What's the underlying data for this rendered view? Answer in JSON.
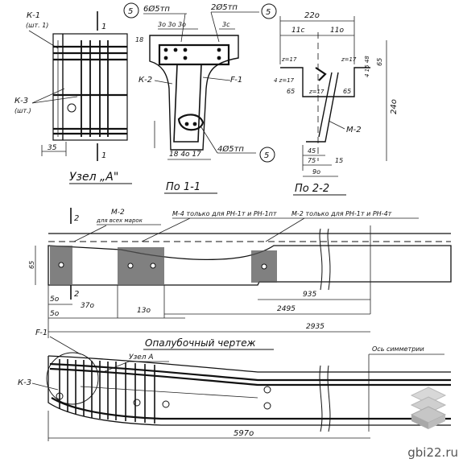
{
  "labels": {
    "s1_k1": "К-1",
    "s1_k1_sub": "(шт. 1)",
    "s1_k3": "К-3",
    "s1_k3_sub": "(шт.)",
    "s1_dim35": "35",
    "s1_cut": "1",
    "s1_title": "Узел „А\"",
    "s2_callout5": "5",
    "s2_6f5": "6Ø5тп",
    "s2_2f5": "2Ø5тп",
    "s2_dims_top": "3о 3о 3о",
    "s2_3c": "3с",
    "s2_18": "18",
    "s2_k2": "К-2",
    "s2_f1": "F-1",
    "s2_4f5": "4Ø5тп",
    "s2_bottom_dims": "18 4о 17",
    "s2_title": "По 1-1",
    "s3_220": "22о",
    "s3_11a": "11с",
    "s3_11b": "11о",
    "s3_z17a": "z=17",
    "s3_z17b": "z=17",
    "s3_z17c": "z=17",
    "s3_4z17": "4 z=17",
    "s3_65a": "65",
    "s3_65b": "65",
    "s3_65c": "65",
    "s3_vdims": "4 15 48",
    "s3_240": "24о",
    "s3_m2": "М-2",
    "s3_45": "45",
    "s3_75": "75",
    "s3_15": "15",
    "s3_90": "9о",
    "s3_title": "По 2-2",
    "p_cut2": "2",
    "p_m2": "М-2",
    "p_m2_sub": "для всех марок",
    "p_m4": "М-4 только для РН-1т и РН-1пт",
    "p_m2_only": "М-2 только для РН-1т и РН-4т",
    "p_65": "65",
    "p_50a": "5о",
    "p_50b": "5о",
    "p_370": "37о",
    "p_130": "13о",
    "p_935": "935",
    "p_2495": "2495",
    "p_2935": "2935",
    "form_title": "Опалубочный чертеж",
    "r_f1": "F-1",
    "r_uzel": "Узел А",
    "r_axis": "Ось симметрии",
    "r_k3": "К-3",
    "r_5970": "597о",
    "watermark": "gbi22.ru"
  }
}
